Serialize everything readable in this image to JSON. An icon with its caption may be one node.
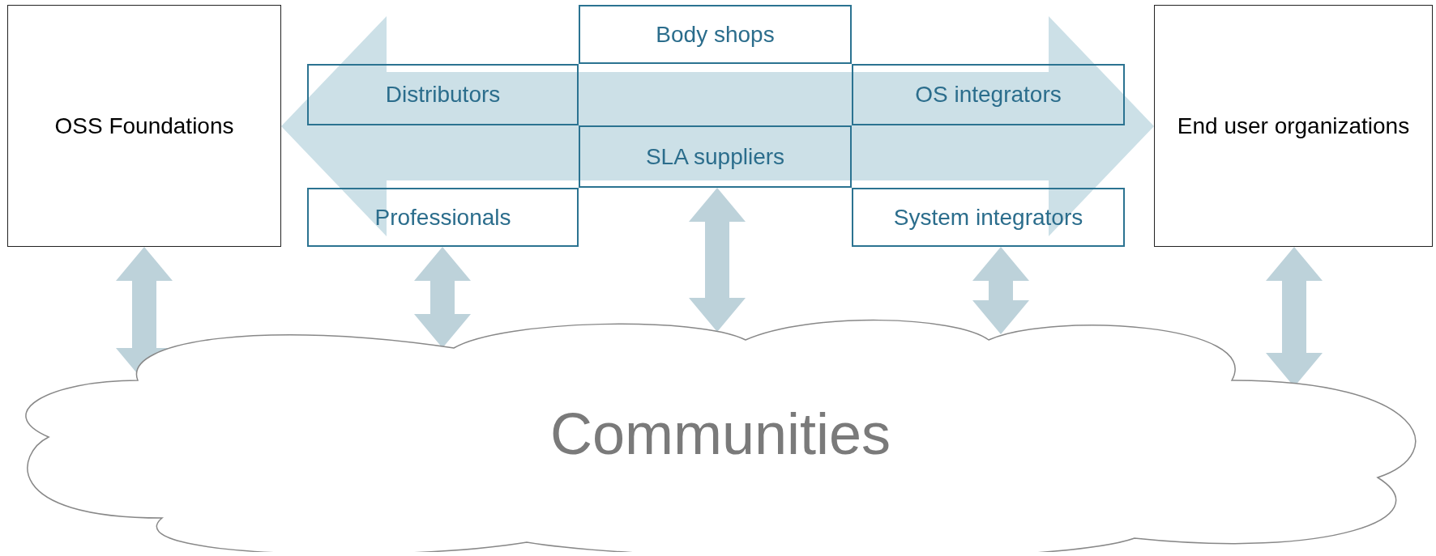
{
  "diagram": {
    "nodes": [
      {
        "text": [
          "OSS Foundations"
        ]
      },
      {
        "text": [
          "Body shops"
        ]
      },
      {
        "text": [
          "Distributors"
        ]
      },
      {
        "text": [
          "OS integrators"
        ]
      },
      {
        "text": [
          "SLA suppliers"
        ]
      },
      {
        "text": [
          "Professionals"
        ]
      },
      {
        "text": [
          "System integrators"
        ]
      },
      {
        "text": [
          "End user organizations"
        ]
      },
      {
        "text": [
          "Communities"
        ]
      }
    ],
    "edges": [
      {
        "from": 0,
        "to": 7,
        "arrow": "both",
        "color": "#c6dde4"
      },
      {
        "from": 8,
        "to": 0,
        "arrow": "both"
      },
      {
        "from": 8,
        "to": 5,
        "arrow": "both"
      },
      {
        "from": 8,
        "to": 4,
        "arrow": "both"
      },
      {
        "from": 8,
        "to": 6,
        "arrow": "both"
      },
      {
        "from": 8,
        "to": 7,
        "arrow": "both"
      }
    ]
  }
}
